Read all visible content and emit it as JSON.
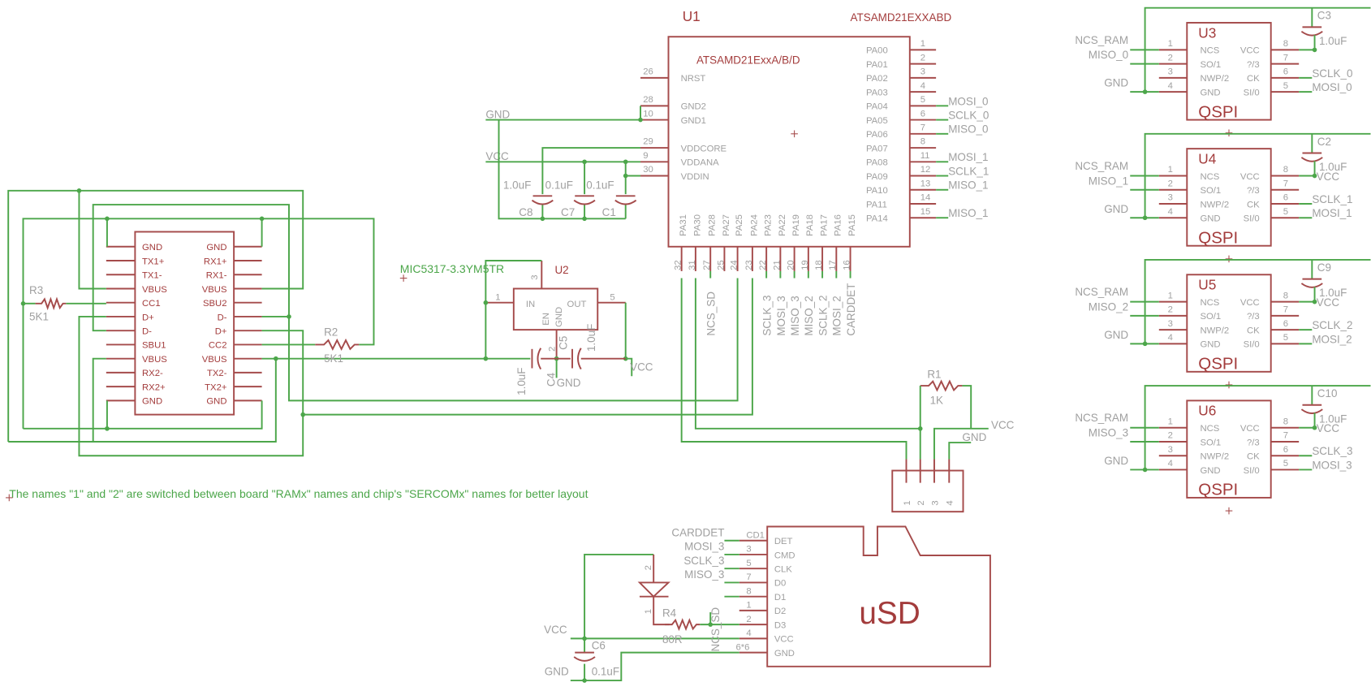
{
  "note": "The names \"1\" and \"2\" are switched between board \"RAMx\" names and chip's \"SERCOMx\" names for better layout",
  "colors": {
    "wire": "#4ca64a",
    "part": "#a54b4b",
    "label": "#a0a0a0",
    "part_text": "#a33c3c"
  },
  "power": {
    "gnd_label": "GND",
    "vcc_label": "VCC"
  },
  "u1": {
    "ref": "U1",
    "value": "ATSAMD21EXXABD",
    "part_label": "ATSAMD21ExxA/B/D",
    "left_pins": [
      {
        "name": "NRST",
        "num": "26"
      },
      {
        "name": "GND2",
        "num": "28"
      },
      {
        "name": "GND1",
        "num": "10"
      },
      {
        "name": "VDDCORE",
        "num": "29"
      },
      {
        "name": "VDDANA",
        "num": "9"
      },
      {
        "name": "VDDIN",
        "num": "30"
      }
    ],
    "right_pins": [
      {
        "name": "PA00",
        "num": "1",
        "net": ""
      },
      {
        "name": "PA01",
        "num": "2",
        "net": ""
      },
      {
        "name": "PA02",
        "num": "3",
        "net": ""
      },
      {
        "name": "PA03",
        "num": "4",
        "net": ""
      },
      {
        "name": "PA04",
        "num": "5",
        "net": "MOSI_0"
      },
      {
        "name": "PA05",
        "num": "6",
        "net": "SCLK_0"
      },
      {
        "name": "PA06",
        "num": "7",
        "net": "MISO_0"
      },
      {
        "name": "PA07",
        "num": "8",
        "net": ""
      },
      {
        "name": "PA08",
        "num": "11",
        "net": "MOSI_1"
      },
      {
        "name": "PA09",
        "num": "12",
        "net": "SCLK_1"
      },
      {
        "name": "PA10",
        "num": "13",
        "net": "MISO_1"
      },
      {
        "name": "PA11",
        "num": "14",
        "net": ""
      },
      {
        "name": "PA14",
        "num": "15",
        "net": "MISO_1"
      }
    ],
    "bottom_pins": [
      {
        "name": "PA31",
        "num": "32",
        "net": ""
      },
      {
        "name": "PA30",
        "num": "31",
        "net": ""
      },
      {
        "name": "PA28",
        "num": "27",
        "net": "NCS_SD"
      },
      {
        "name": "PA27",
        "num": "25",
        "net": ""
      },
      {
        "name": "PA25",
        "num": "24",
        "net": ""
      },
      {
        "name": "PA24",
        "num": "23",
        "net": ""
      },
      {
        "name": "PA23",
        "num": "22",
        "net": "SCLK_3"
      },
      {
        "name": "PA22",
        "num": "21",
        "net": "MOSI_3"
      },
      {
        "name": "PA19",
        "num": "20",
        "net": "MISO_3"
      },
      {
        "name": "PA18",
        "num": "19",
        "net": "MISO_2"
      },
      {
        "name": "PA17",
        "num": "18",
        "net": "SCLK_2"
      },
      {
        "name": "PA16",
        "num": "17",
        "net": "MOSI_2"
      },
      {
        "name": "PA15",
        "num": "16",
        "net": "CARDDET"
      }
    ]
  },
  "u1_caps": [
    {
      "ref": "C8",
      "value": "1.0uF"
    },
    {
      "ref": "C7",
      "value": "0.1uF"
    },
    {
      "ref": "C1",
      "value": "0.1uF"
    }
  ],
  "usb": {
    "left": [
      "GND",
      "TX1+",
      "TX1-",
      "VBUS",
      "CC1",
      "D+",
      "D-",
      "SBU1",
      "VBUS",
      "RX2-",
      "RX2+",
      "GND"
    ],
    "right": [
      "GND",
      "RX1+",
      "RX1-",
      "VBUS",
      "SBU2",
      "D-",
      "D+",
      "CC2",
      "VBUS",
      "TX2-",
      "TX2+",
      "GND"
    ]
  },
  "r3": {
    "ref": "R3",
    "value": "5K1"
  },
  "r2": {
    "ref": "R2",
    "value": "5K1"
  },
  "u2": {
    "ref": "U2",
    "value": "MIC5317-3.3YM5TR",
    "pins": {
      "in": "IN",
      "en": "EN",
      "gnd": "GND",
      "out": "OUT"
    },
    "pin_nums": {
      "in": "1",
      "en": "3",
      "gnd": "2",
      "out": "5"
    }
  },
  "u2_caps": [
    {
      "ref": "C4",
      "value": "1.0uF"
    },
    {
      "ref": "C5",
      "value": "1.0uF"
    }
  ],
  "r1": {
    "ref": "R1",
    "value": "1K"
  },
  "connector": {
    "pins": [
      "1",
      "2",
      "3",
      "4"
    ]
  },
  "qspi_pins": {
    "left": [
      {
        "name": "NCS",
        "num": "1"
      },
      {
        "name": "SO/1",
        "num": "2"
      },
      {
        "name": "NWP/2",
        "num": "3"
      },
      {
        "name": "GND",
        "num": "4"
      }
    ],
    "right": [
      {
        "name": "VCC",
        "num": "8"
      },
      {
        "name": "?/3",
        "num": "7"
      },
      {
        "name": "CK",
        "num": "6"
      },
      {
        "name": "SI/0",
        "num": "5"
      }
    ]
  },
  "qspi": [
    {
      "ref": "U3",
      "part": "QSPI",
      "cap_ref": "C3",
      "cap_value": "1.0uF",
      "ncs": "NCS_RAM",
      "miso": "MISO_0",
      "gnd": "GND",
      "sclk": "SCLK_0",
      "mosi": "MOSI_0",
      "vcc": ""
    },
    {
      "ref": "U4",
      "part": "QSPI",
      "cap_ref": "C2",
      "cap_value": "1.0uF",
      "ncs": "NCS_RAM",
      "miso": "MISO_1",
      "gnd": "GND",
      "sclk": "SCLK_1",
      "mosi": "MOSI_1",
      "vcc": "VCC"
    },
    {
      "ref": "U5",
      "part": "QSPI",
      "cap_ref": "C9",
      "cap_value": "1.0uF",
      "ncs": "NCS_RAM",
      "miso": "MISO_2",
      "gnd": "GND",
      "sclk": "SCLK_2",
      "mosi": "MOSI_2",
      "vcc": "VCC"
    },
    {
      "ref": "U6",
      "part": "QSPI",
      "cap_ref": "C10",
      "cap_value": "1.0uF",
      "ncs": "NCS_RAM",
      "miso": "MISO_3",
      "gnd": "GND",
      "sclk": "SCLK_3",
      "mosi": "MOSI_3",
      "vcc": "VCC"
    }
  ],
  "usd": {
    "label": "uSD",
    "pins": [
      {
        "name": "DET",
        "num": "CD1",
        "net": "CARDDET"
      },
      {
        "name": "CMD",
        "num": "3",
        "net": "MOSI_3"
      },
      {
        "name": "CLK",
        "num": "5",
        "net": "SCLK_3"
      },
      {
        "name": "D0",
        "num": "7",
        "net": "MISO_3"
      },
      {
        "name": "D1",
        "num": "8",
        "net": ""
      },
      {
        "name": "D2",
        "num": "1",
        "net": ""
      },
      {
        "name": "D3",
        "num": "2",
        "net": ""
      },
      {
        "name": "VCC",
        "num": "4",
        "net": ""
      },
      {
        "name": "GND",
        "num": "6*6",
        "net": ""
      }
    ],
    "ncs_label": "NCS_SD",
    "c6": {
      "ref": "C6",
      "value": "0.1uF"
    },
    "r4": {
      "ref": "R4",
      "value": "80R"
    },
    "diode_pins": [
      "2",
      "1"
    ]
  }
}
